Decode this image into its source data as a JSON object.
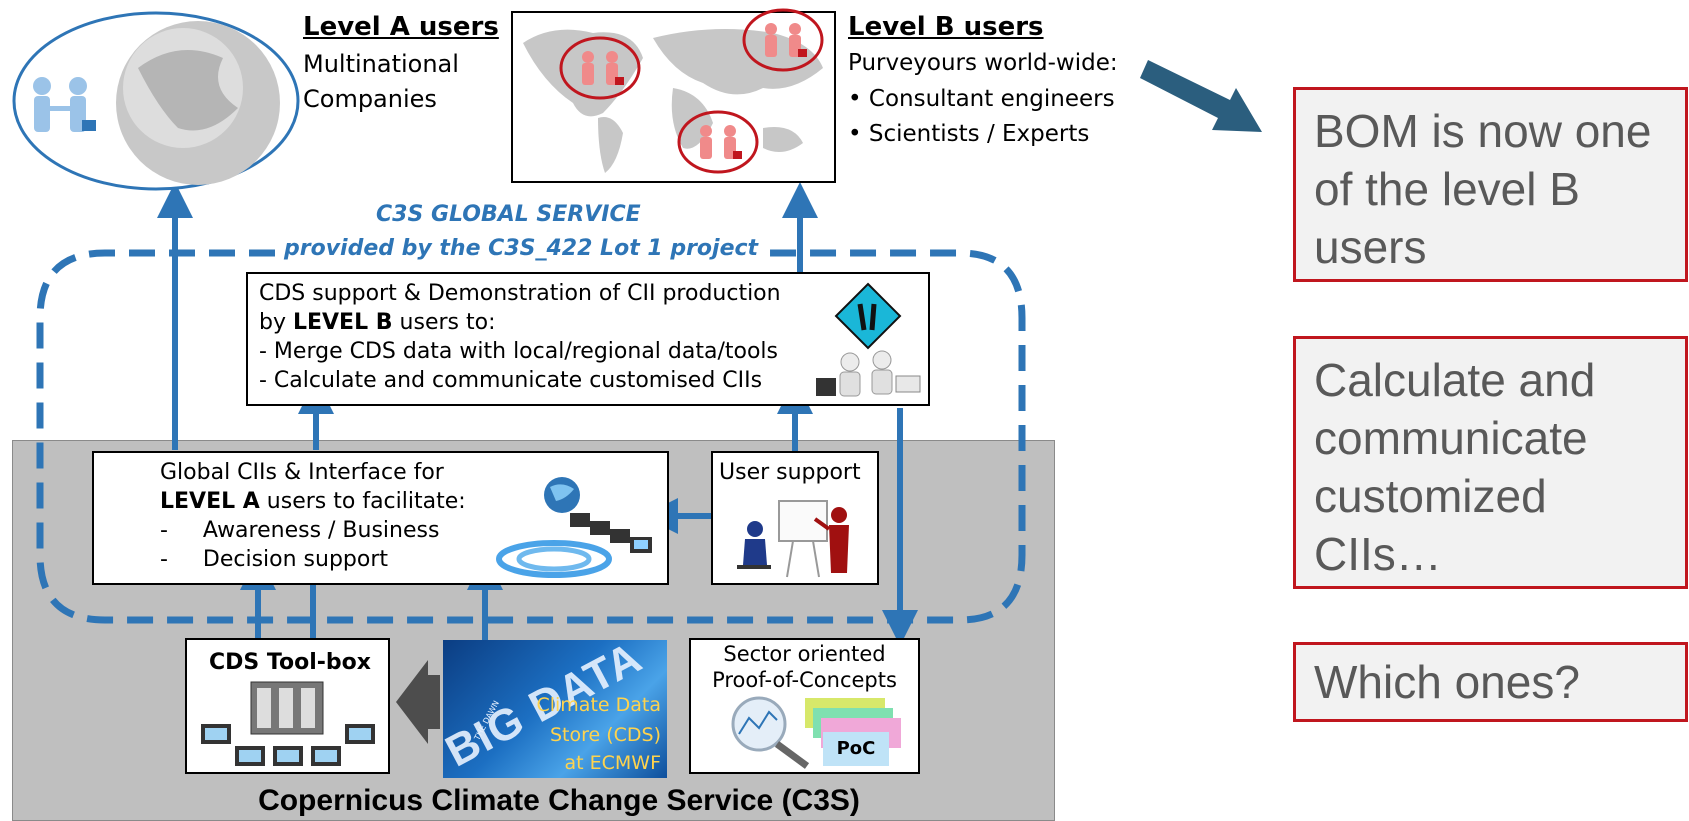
{
  "level_a": {
    "title": "Level A users",
    "line1": "Multinational",
    "line2": "Companies"
  },
  "level_b": {
    "title": "Level B users",
    "line1": "Purveyours world-wide:",
    "bullets": [
      "Consultant engineers",
      "Scientists / Experts"
    ]
  },
  "service": {
    "line1": "C3S GLOBAL SERVICE",
    "line2": "provided by the C3S_422 Lot 1 project"
  },
  "support_box": {
    "line1": "CDS support & Demonstration of CII production",
    "line2_prefix": "by ",
    "line2_bold": "LEVEL B",
    "line2_suffix": " users to:",
    "line3": "- Merge CDS data with local/regional data/tools",
    "line4": "- Calculate and communicate customised CIIs"
  },
  "global_box": {
    "line1": "Global CIIs & Interface for",
    "line2_bold": "LEVEL A",
    "line2_suffix": " users to facilitate:",
    "items": [
      "Awareness / Business",
      "Decision support"
    ]
  },
  "user_support": {
    "label": "User support"
  },
  "toolbox": {
    "label": "CDS Tool-box"
  },
  "cds_store": {
    "big": "BIG DATA",
    "small": "THE DAWN",
    "line1": "Climate Data",
    "line2": "Store (CDS)",
    "line3": "at ECMWF"
  },
  "poc_box": {
    "line1": "Sector oriented",
    "line2": "Proof-of-Concepts",
    "badge": "PoC"
  },
  "footer": {
    "title": "Copernicus Climate Change Service (C3S)"
  },
  "callouts": [
    "BOM is now one of the level B users",
    "Calculate and communicate customized CIIs…",
    "Which ones?"
  ],
  "colors": {
    "arrow_blue": "#2e75b6",
    "service_text": "#2e75b6",
    "callout_border": "#c0161e",
    "callout_text": "#595959",
    "ellipse_blue": "#2e75b6",
    "panel_gray": "#bfbfbf",
    "big_arrow": "#2b5e7e"
  }
}
